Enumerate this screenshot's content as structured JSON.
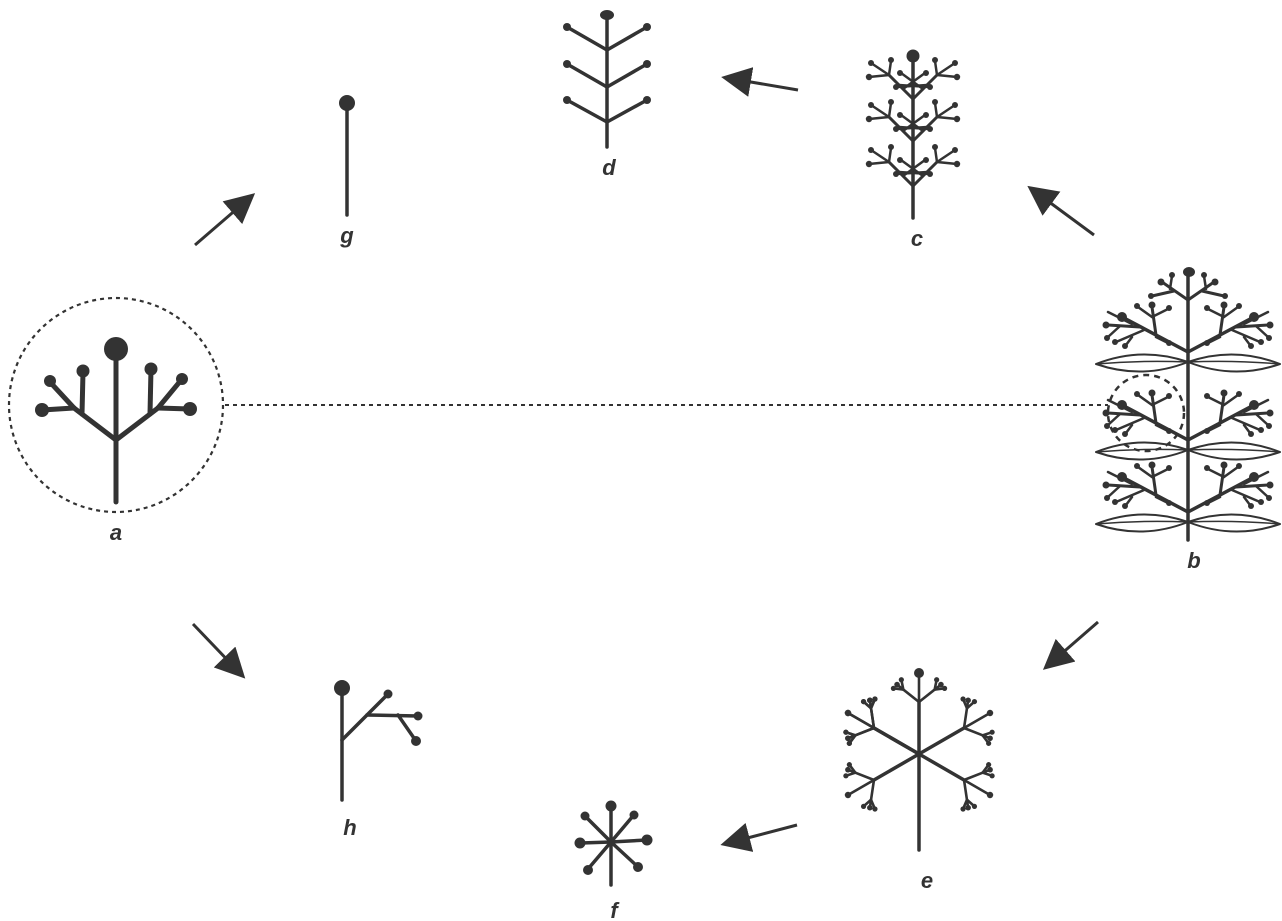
{
  "colors": {
    "ink": "#333333",
    "background": "#ffffff"
  },
  "labels": {
    "a": "a",
    "b": "b",
    "c": "c",
    "d": "d",
    "e": "e",
    "f": "f",
    "g": "g",
    "h": "h"
  }
}
